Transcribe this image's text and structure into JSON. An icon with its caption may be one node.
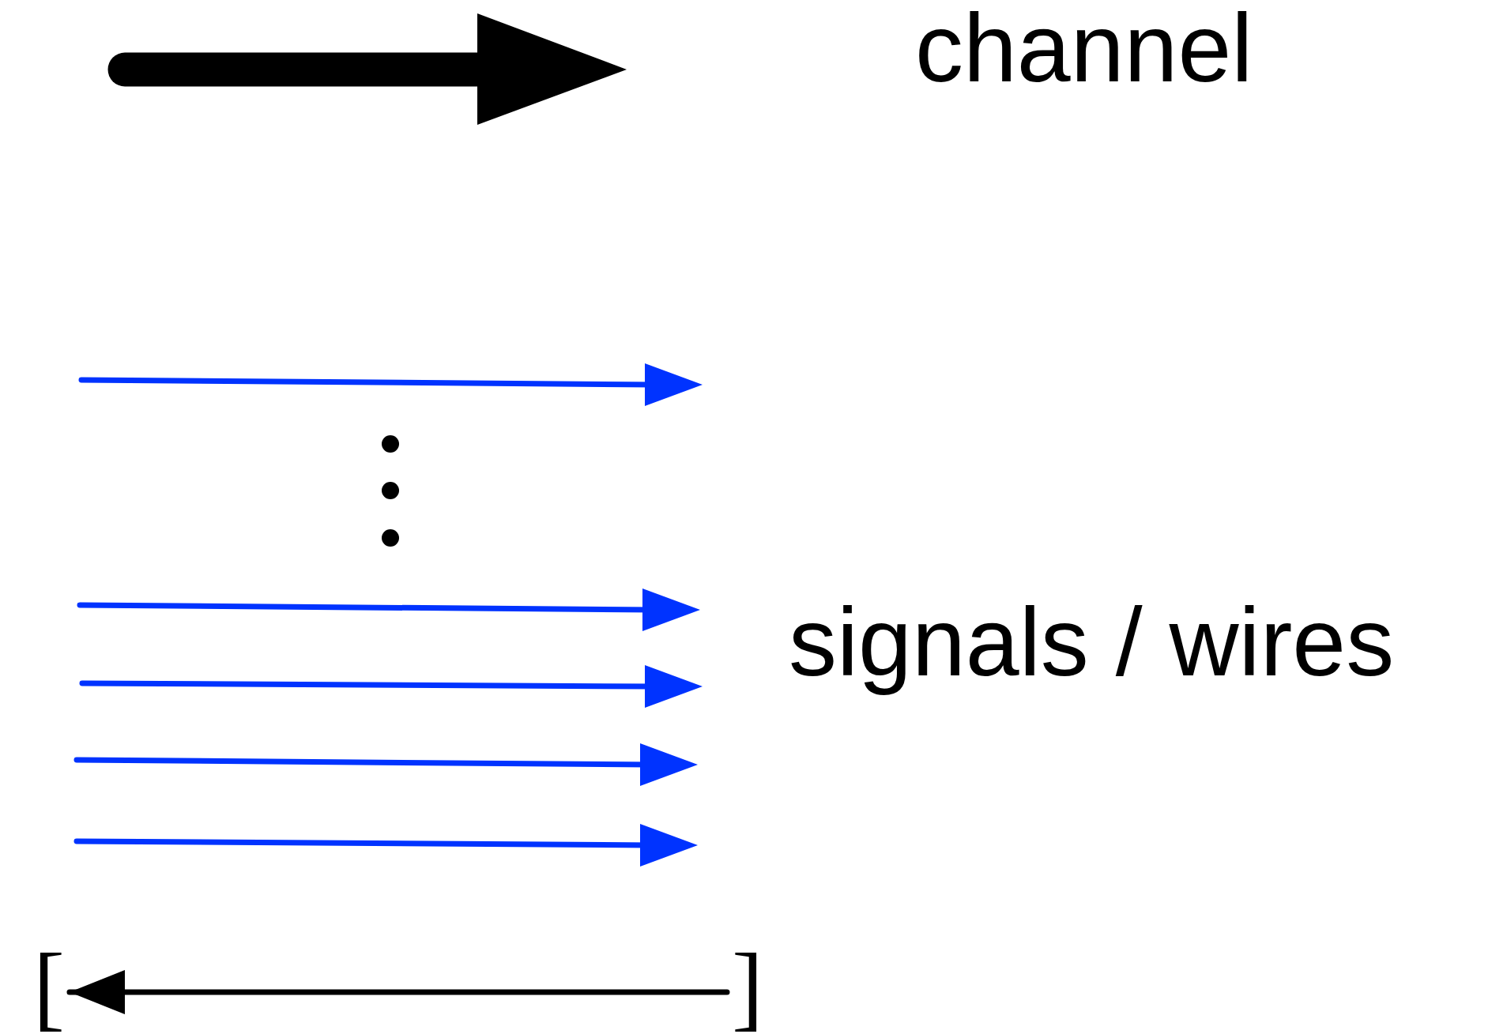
{
  "diagram": {
    "nodes": [
      {
        "text": [
          "["
        ]
      },
      {
        "text": [
          "]"
        ]
      }
    ],
    "edges": [
      {
        "from": 1,
        "to": 0,
        "arrow": "to"
      }
    ],
    "labels": [
      "channel",
      "signals / wires"
    ]
  }
}
